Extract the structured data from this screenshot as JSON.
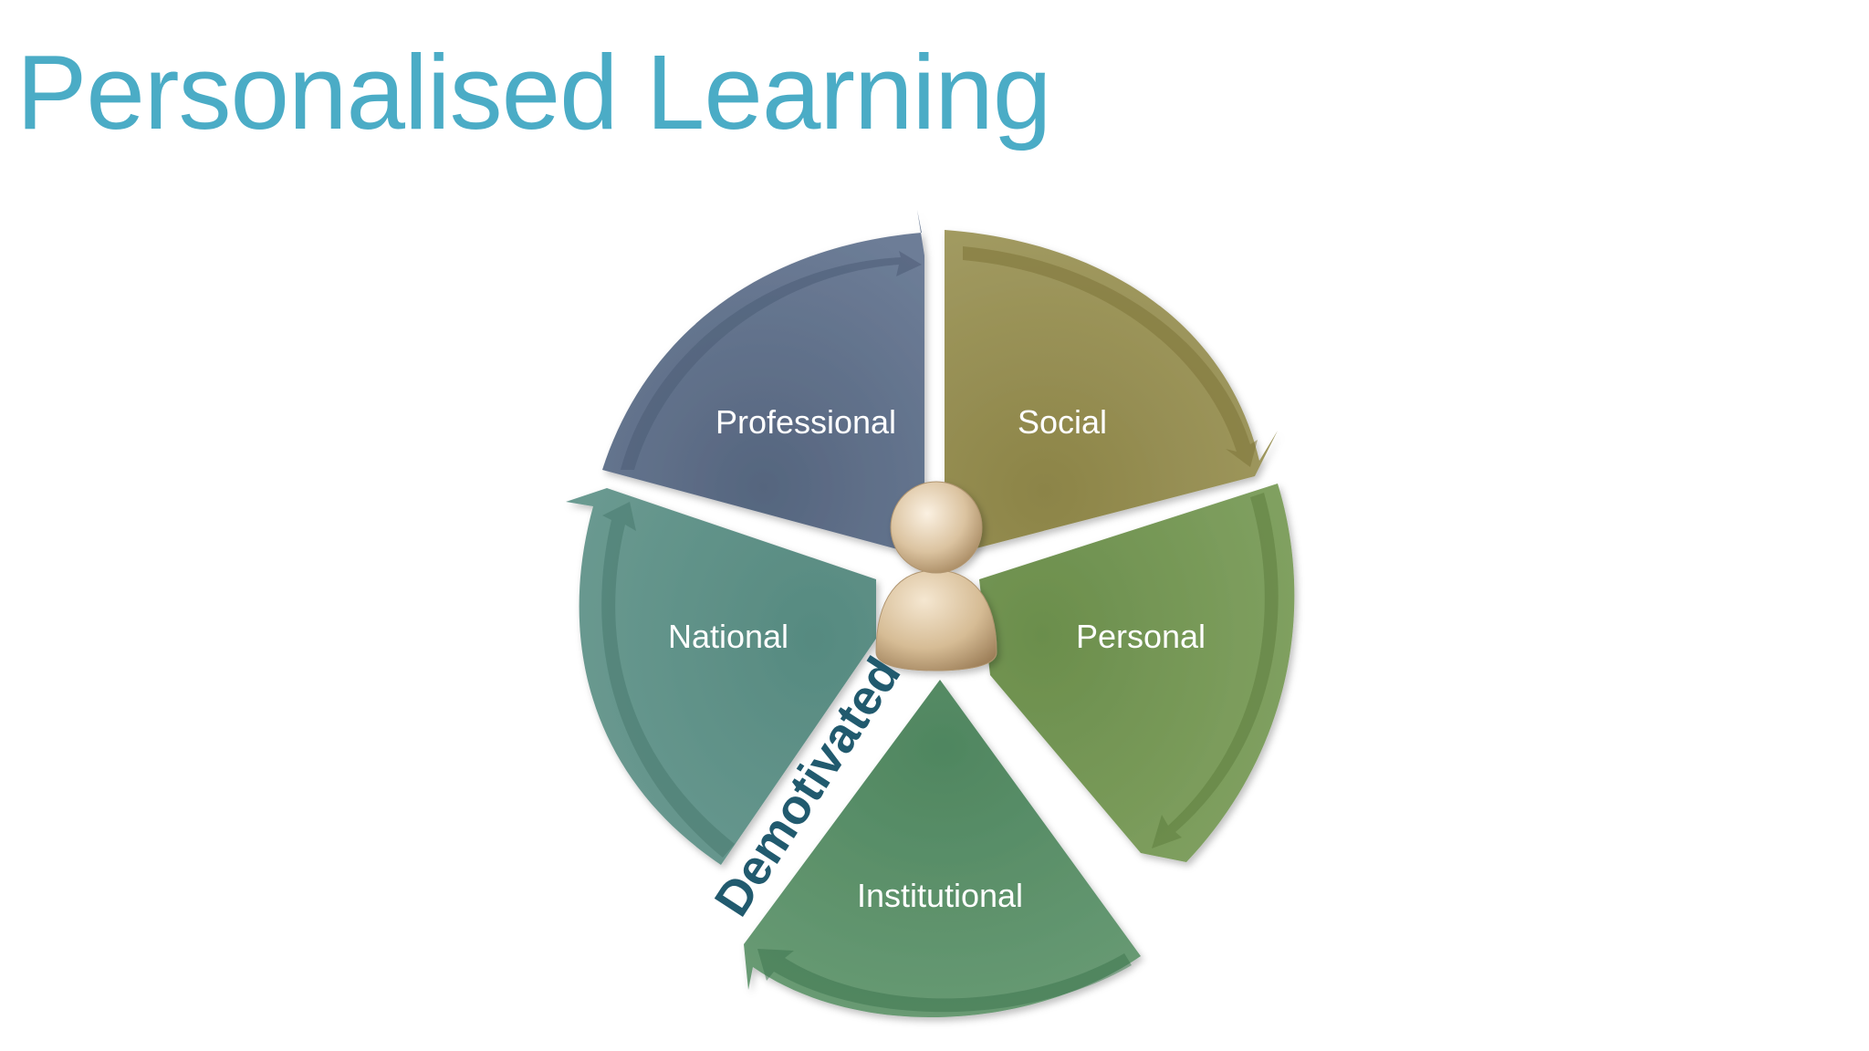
{
  "slide": {
    "title": "Personalised Learning"
  },
  "diagram": {
    "segments": [
      {
        "id": "professional",
        "label": "Professional",
        "color": "#5d6e88"
      },
      {
        "id": "social",
        "label": "Social",
        "color": "#958e52"
      },
      {
        "id": "personal",
        "label": "Personal",
        "color": "#749655"
      },
      {
        "id": "institutional",
        "label": "Institutional",
        "color": "#5b8e68"
      },
      {
        "id": "national",
        "label": "National",
        "color": "#5e8e85"
      }
    ],
    "centre_icon": "person-icon",
    "callout": {
      "text": "Demotivated",
      "color": "#215a6e"
    },
    "title_color": "#4bacc6"
  }
}
